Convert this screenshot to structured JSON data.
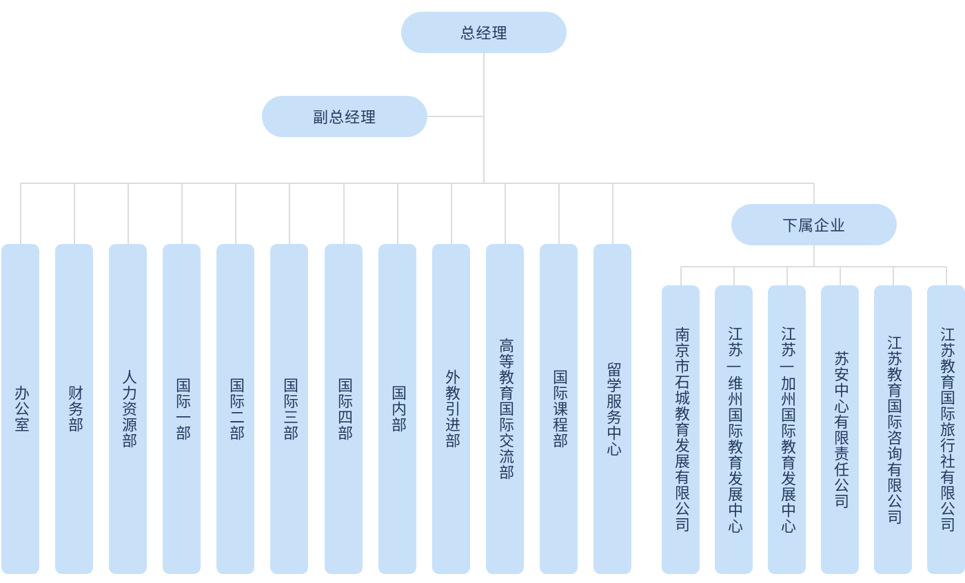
{
  "top": {
    "label": "总经理"
  },
  "deputy": {
    "label": "副总经理"
  },
  "departments": [
    {
      "label": "办公室"
    },
    {
      "label": "财务部"
    },
    {
      "label": "人力资源部"
    },
    {
      "label": "国际一部"
    },
    {
      "label": "国际二部"
    },
    {
      "label": "国际三部"
    },
    {
      "label": "国际四部"
    },
    {
      "label": "国内部"
    },
    {
      "label": "外教引进部"
    },
    {
      "label": "高等教育国际交流部"
    },
    {
      "label": "国际课程部"
    },
    {
      "label": "留学服务中心"
    }
  ],
  "subsidiaries_group": {
    "label": "下属企业"
  },
  "subsidiaries": [
    {
      "label": "南京市石城教育发展有限公司"
    },
    {
      "label": "江苏—维州国际教育发展中心"
    },
    {
      "label": "江苏—加州国际教育发展中心"
    },
    {
      "label": "苏安中心有限责任公司"
    },
    {
      "label": "江苏教育国际咨询有限公司"
    },
    {
      "label": "江苏教育国际旅行社有限公司"
    }
  ]
}
